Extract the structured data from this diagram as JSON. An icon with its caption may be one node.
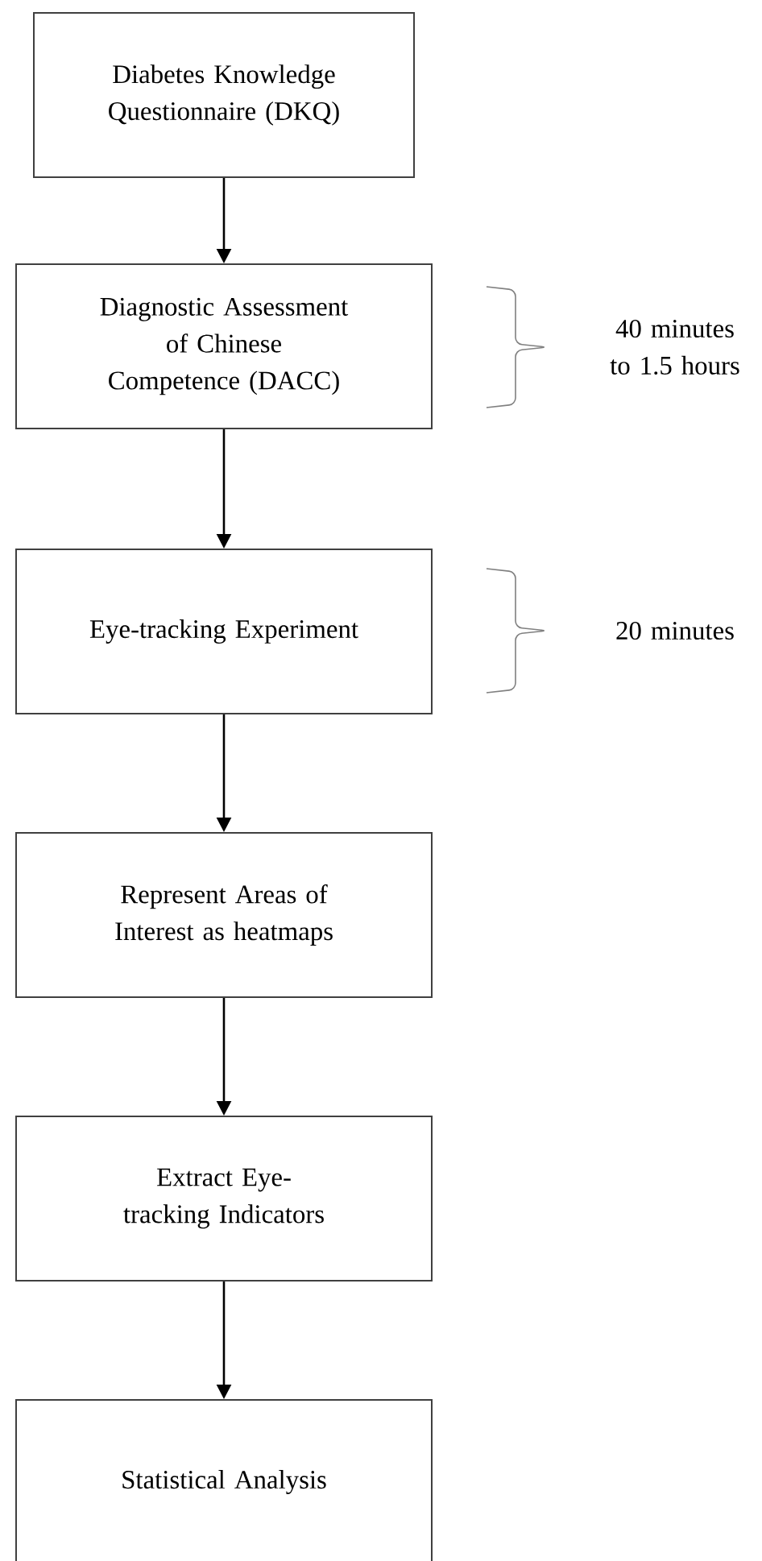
{
  "diagram": {
    "nodes": [
      {
        "text": [
          "Diabetes Knowledge Questionnaire (DKQ)"
        ]
      },
      {
        "text": [
          "Diagnostic Assessment of Chinese Competence (DACC)"
        ]
      },
      {
        "text": [
          "Eye-tracking Experiment"
        ]
      },
      {
        "text": [
          "Represent Areas of Interest as heatmaps"
        ]
      },
      {
        "text": [
          "Extract Eye-tracking Indicators"
        ]
      },
      {
        "text": [
          "Statistical Analysis"
        ]
      }
    ],
    "edges": [
      {
        "from": 0,
        "to": 1,
        "arrow": "to"
      },
      {
        "from": 1,
        "to": 2,
        "arrow": "to"
      },
      {
        "from": 2,
        "to": 3,
        "arrow": "to"
      },
      {
        "from": 3,
        "to": 4,
        "arrow": "to"
      },
      {
        "from": 4,
        "to": 5,
        "arrow": "to"
      }
    ],
    "labels": [
      "40 minutes to 1.5 hours",
      "20 minutes"
    ]
  }
}
